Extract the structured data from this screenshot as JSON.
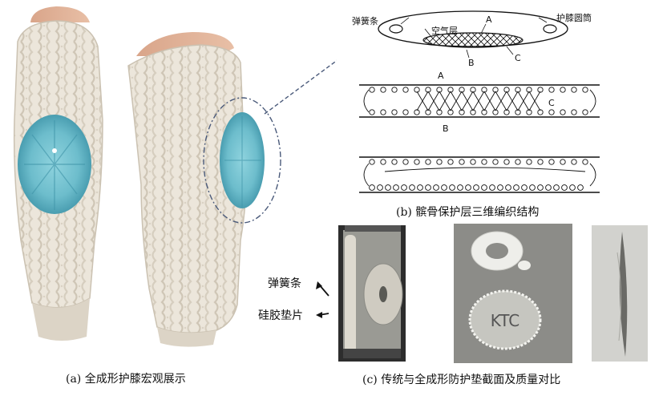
{
  "panel_a": {
    "caption": "(a) 全成形护膝宏观展示"
  },
  "panel_b": {
    "caption": "(b) 髌骨保护层三维编织结构",
    "labels": {
      "spring": "弹簧条",
      "air_layer": "空气层",
      "knee_tube": "护膝圆筒",
      "a": "A",
      "b": "B",
      "c": "C"
    }
  },
  "panel_c": {
    "caption": "(c) 传统与全成形防护垫截面及质量对比",
    "labels": {
      "spring": "弹簧条",
      "silicone_pad": "硅胶垫片"
    },
    "pad_text": "KTC"
  },
  "colors": {
    "knit": "#ece6db",
    "knit_shadow": "#cfc6b6",
    "pad_blue": "#6dbdcc",
    "pad_blue_dark": "#3f94a8",
    "ink": "#111111",
    "dash_line": "#4a5a7a"
  }
}
